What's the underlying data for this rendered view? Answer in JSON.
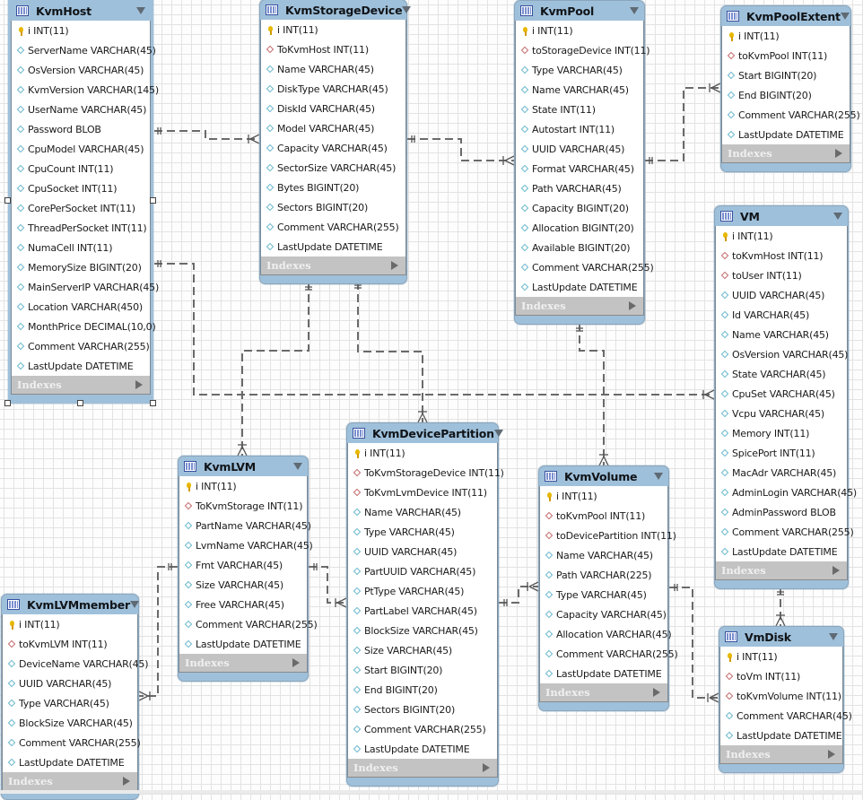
{
  "diagram": {
    "indexes_label": "Indexes",
    "tables": [
      {
        "id": "kvmhost",
        "name": "KvmHost",
        "selected": true,
        "columns": [
          {
            "kind": "pk",
            "text": "i INT(11)"
          },
          {
            "kind": "col",
            "text": "ServerName VARCHAR(45)"
          },
          {
            "kind": "col",
            "text": "OsVersion VARCHAR(45)"
          },
          {
            "kind": "col",
            "text": "KvmVersion VARCHAR(145)"
          },
          {
            "kind": "col",
            "text": "UserName VARCHAR(45)"
          },
          {
            "kind": "col",
            "text": "Password BLOB"
          },
          {
            "kind": "col",
            "text": "CpuModel VARCHAR(45)"
          },
          {
            "kind": "col",
            "text": "CpuCount INT(11)"
          },
          {
            "kind": "col",
            "text": "CpuSocket INT(11)"
          },
          {
            "kind": "col",
            "text": "CorePerSocket INT(11)"
          },
          {
            "kind": "col",
            "text": "ThreadPerSocket INT(11)"
          },
          {
            "kind": "col",
            "text": "NumaCell INT(11)"
          },
          {
            "kind": "col",
            "text": "MemorySize BIGINT(20)"
          },
          {
            "kind": "col",
            "text": "MainServerIP VARCHAR(45)"
          },
          {
            "kind": "col",
            "text": "Location VARCHAR(450)"
          },
          {
            "kind": "col",
            "text": "MonthPrice DECIMAL(10,0)"
          },
          {
            "kind": "col",
            "text": "Comment VARCHAR(255)"
          },
          {
            "kind": "col",
            "text": "LastUpdate DATETIME"
          }
        ]
      },
      {
        "id": "kvmstoragedevice",
        "name": "KvmStorageDevice",
        "columns": [
          {
            "kind": "pk",
            "text": "i INT(11)"
          },
          {
            "kind": "fk",
            "text": "ToKvmHost INT(11)"
          },
          {
            "kind": "col",
            "text": "Name VARCHAR(45)"
          },
          {
            "kind": "col",
            "text": "DiskType VARCHAR(45)"
          },
          {
            "kind": "col",
            "text": "DiskId VARCHAR(45)"
          },
          {
            "kind": "col",
            "text": "Model VARCHAR(45)"
          },
          {
            "kind": "col",
            "text": "Capacity VARCHAR(45)"
          },
          {
            "kind": "col",
            "text": "SectorSize VARCHAR(45)"
          },
          {
            "kind": "col",
            "text": "Bytes BIGINT(20)"
          },
          {
            "kind": "col",
            "text": "Sectors BIGINT(20)"
          },
          {
            "kind": "col",
            "text": "Comment VARCHAR(255)"
          },
          {
            "kind": "col",
            "text": "LastUpdate DATETIME"
          }
        ]
      },
      {
        "id": "kvmpool",
        "name": "KvmPool",
        "columns": [
          {
            "kind": "pk",
            "text": "i INT(11)"
          },
          {
            "kind": "fk",
            "text": "toStorageDevice INT(11)"
          },
          {
            "kind": "col",
            "text": "Type VARCHAR(45)"
          },
          {
            "kind": "col",
            "text": "Name VARCHAR(45)"
          },
          {
            "kind": "col",
            "text": "State INT(11)"
          },
          {
            "kind": "col",
            "text": "Autostart INT(11)"
          },
          {
            "kind": "col",
            "text": "UUID VARCHAR(45)"
          },
          {
            "kind": "col",
            "text": "Format VARCHAR(45)"
          },
          {
            "kind": "col",
            "text": "Path VARCHAR(45)"
          },
          {
            "kind": "col",
            "text": "Capacity BIGINT(20)"
          },
          {
            "kind": "col",
            "text": "Allocation BIGINT(20)"
          },
          {
            "kind": "col",
            "text": "Available BIGINT(20)"
          },
          {
            "kind": "col",
            "text": "Comment VARCHAR(255)"
          },
          {
            "kind": "col",
            "text": "LastUpdate DATETIME"
          }
        ]
      },
      {
        "id": "kvmpoolextent",
        "name": "KvmPoolExtent",
        "columns": [
          {
            "kind": "pk",
            "text": "i INT(11)"
          },
          {
            "kind": "fk",
            "text": "toKvmPool INT(11)"
          },
          {
            "kind": "col",
            "text": "Start BIGINT(20)"
          },
          {
            "kind": "col",
            "text": "End BIGINT(20)"
          },
          {
            "kind": "col",
            "text": "Comment VARCHAR(255)"
          },
          {
            "kind": "col",
            "text": "LastUpdate DATETIME"
          }
        ]
      },
      {
        "id": "vm",
        "name": "VM",
        "columns": [
          {
            "kind": "pk",
            "text": "i INT(11)"
          },
          {
            "kind": "fk",
            "text": "toKvmHost INT(11)"
          },
          {
            "kind": "fk",
            "text": "toUser INT(11)"
          },
          {
            "kind": "col",
            "text": "UUID VARCHAR(45)"
          },
          {
            "kind": "col",
            "text": "Id VARCHAR(45)"
          },
          {
            "kind": "col",
            "text": "Name VARCHAR(45)"
          },
          {
            "kind": "col",
            "text": "OsVersion VARCHAR(45)"
          },
          {
            "kind": "col",
            "text": "State VARCHAR(45)"
          },
          {
            "kind": "col",
            "text": "CpuSet VARCHAR(45)"
          },
          {
            "kind": "col",
            "text": "Vcpu VARCHAR(45)"
          },
          {
            "kind": "col",
            "text": "Memory INT(11)"
          },
          {
            "kind": "col",
            "text": "SpicePort INT(11)"
          },
          {
            "kind": "col",
            "text": "MacAdr VARCHAR(45)"
          },
          {
            "kind": "col",
            "text": "AdminLogin VARCHAR(45)"
          },
          {
            "kind": "col",
            "text": "AdminPassword BLOB"
          },
          {
            "kind": "col",
            "text": "Comment VARCHAR(255)"
          },
          {
            "kind": "col",
            "text": "LastUpdate DATETIME"
          }
        ]
      },
      {
        "id": "kvmdevicepartition",
        "name": "KvmDevicePartition",
        "columns": [
          {
            "kind": "pk",
            "text": "i INT(11)"
          },
          {
            "kind": "fk",
            "text": "ToKvmStorageDevice INT(11)"
          },
          {
            "kind": "fk",
            "text": "ToKvmLvmDevice INT(11)"
          },
          {
            "kind": "col",
            "text": "Name VARCHAR(45)"
          },
          {
            "kind": "col",
            "text": "Type VARCHAR(45)"
          },
          {
            "kind": "col",
            "text": "UUID VARCHAR(45)"
          },
          {
            "kind": "col",
            "text": "PartUUID VARCHAR(45)"
          },
          {
            "kind": "col",
            "text": "PtType VARCHAR(45)"
          },
          {
            "kind": "col",
            "text": "PartLabel VARCHAR(45)"
          },
          {
            "kind": "col",
            "text": "BlockSize VARCHAR(45)"
          },
          {
            "kind": "col",
            "text": "Size VARCHAR(45)"
          },
          {
            "kind": "col",
            "text": "Start BIGINT(20)"
          },
          {
            "kind": "col",
            "text": "End BIGINT(20)"
          },
          {
            "kind": "col",
            "text": "Sectors BIGINT(20)"
          },
          {
            "kind": "col",
            "text": "Comment VARCHAR(255)"
          },
          {
            "kind": "col",
            "text": "LastUpdate DATETIME"
          }
        ]
      },
      {
        "id": "kvmlvm",
        "name": "KvmLVM",
        "columns": [
          {
            "kind": "pk",
            "text": "i INT(11)"
          },
          {
            "kind": "fk",
            "text": "ToKvmStorage INT(11)"
          },
          {
            "kind": "col",
            "text": "PartName VARCHAR(45)"
          },
          {
            "kind": "col",
            "text": "LvmName VARCHAR(45)"
          },
          {
            "kind": "col",
            "text": "Fmt VARCHAR(45)"
          },
          {
            "kind": "col",
            "text": "Size VARCHAR(45)"
          },
          {
            "kind": "col",
            "text": "Free VARCHAR(45)"
          },
          {
            "kind": "col",
            "text": "Comment VARCHAR(255)"
          },
          {
            "kind": "col",
            "text": "LastUpdate DATETIME"
          }
        ]
      },
      {
        "id": "kvmlvmmember",
        "name": "KvmLVMmember",
        "columns": [
          {
            "kind": "pk",
            "text": "i INT(11)"
          },
          {
            "kind": "fk",
            "text": "toKvmLVM INT(11)"
          },
          {
            "kind": "col",
            "text": "DeviceName VARCHAR(45)"
          },
          {
            "kind": "col",
            "text": "UUID VARCHAR(45)"
          },
          {
            "kind": "col",
            "text": "Type VARCHAR(45)"
          },
          {
            "kind": "col",
            "text": "BlockSize VARCHAR(45)"
          },
          {
            "kind": "col",
            "text": "Comment VARCHAR(255)"
          },
          {
            "kind": "col",
            "text": "LastUpdate DATETIME"
          }
        ]
      },
      {
        "id": "kvmvolume",
        "name": "KvmVolume",
        "columns": [
          {
            "kind": "pk",
            "text": "i INT(11)"
          },
          {
            "kind": "fk",
            "text": "toKvmPool INT(11)"
          },
          {
            "kind": "fk",
            "text": "toDevicePartition INT(11)"
          },
          {
            "kind": "col",
            "text": "Name VARCHAR(45)"
          },
          {
            "kind": "col",
            "text": "Path VARCHAR(225)"
          },
          {
            "kind": "col",
            "text": "Type VARCHAR(45)"
          },
          {
            "kind": "col",
            "text": "Capacity VARCHAR(45)"
          },
          {
            "kind": "col",
            "text": "Allocation VARCHAR(45)"
          },
          {
            "kind": "col",
            "text": "Comment VARCHAR(255)"
          },
          {
            "kind": "col",
            "text": "LastUpdate DATETIME"
          }
        ]
      },
      {
        "id": "vmdisk",
        "name": "VmDisk",
        "columns": [
          {
            "kind": "pk",
            "text": "i INT(11)"
          },
          {
            "kind": "fk",
            "text": "toVm INT(11)"
          },
          {
            "kind": "fk",
            "text": "toKvmVolume INT(11)"
          },
          {
            "kind": "col",
            "text": "Comment VARCHAR(45)"
          },
          {
            "kind": "col",
            "text": "LastUpdate DATETIME"
          }
        ]
      }
    ],
    "relationships": [
      {
        "from": "KvmHost",
        "to": "KvmStorageDevice",
        "type": "one-to-many"
      },
      {
        "from": "KvmHost",
        "to": "VM",
        "type": "one-to-many"
      },
      {
        "from": "KvmStorageDevice",
        "to": "KvmPool",
        "type": "one-to-many"
      },
      {
        "from": "KvmStorageDevice",
        "to": "KvmLVM",
        "type": "one-to-many"
      },
      {
        "from": "KvmStorageDevice",
        "to": "KvmDevicePartition",
        "type": "one-to-many"
      },
      {
        "from": "KvmPool",
        "to": "KvmPoolExtent",
        "type": "one-to-many"
      },
      {
        "from": "KvmPool",
        "to": "KvmVolume",
        "type": "one-to-many"
      },
      {
        "from": "KvmLVM",
        "to": "KvmLVMmember",
        "type": "one-to-many"
      },
      {
        "from": "KvmLVM",
        "to": "KvmDevicePartition",
        "type": "one-to-many"
      },
      {
        "from": "KvmDevicePartition",
        "to": "KvmVolume",
        "type": "one-to-many"
      },
      {
        "from": "KvmVolume",
        "to": "VmDisk",
        "type": "one-to-many"
      },
      {
        "from": "VM",
        "to": "VmDisk",
        "type": "one-to-many"
      }
    ]
  }
}
